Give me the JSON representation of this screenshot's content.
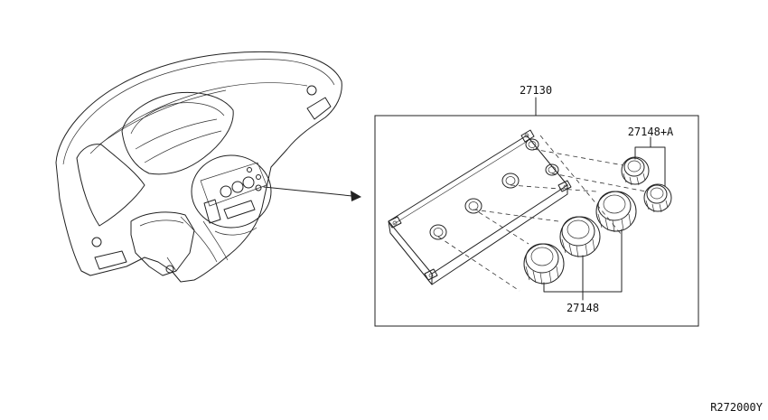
{
  "labels": {
    "assembly": "27130",
    "knob_small": "27148+A",
    "knob_large": "27148",
    "diagram_code": "R272000Y"
  },
  "colors": {
    "line": "#222222",
    "background": "#ffffff"
  }
}
